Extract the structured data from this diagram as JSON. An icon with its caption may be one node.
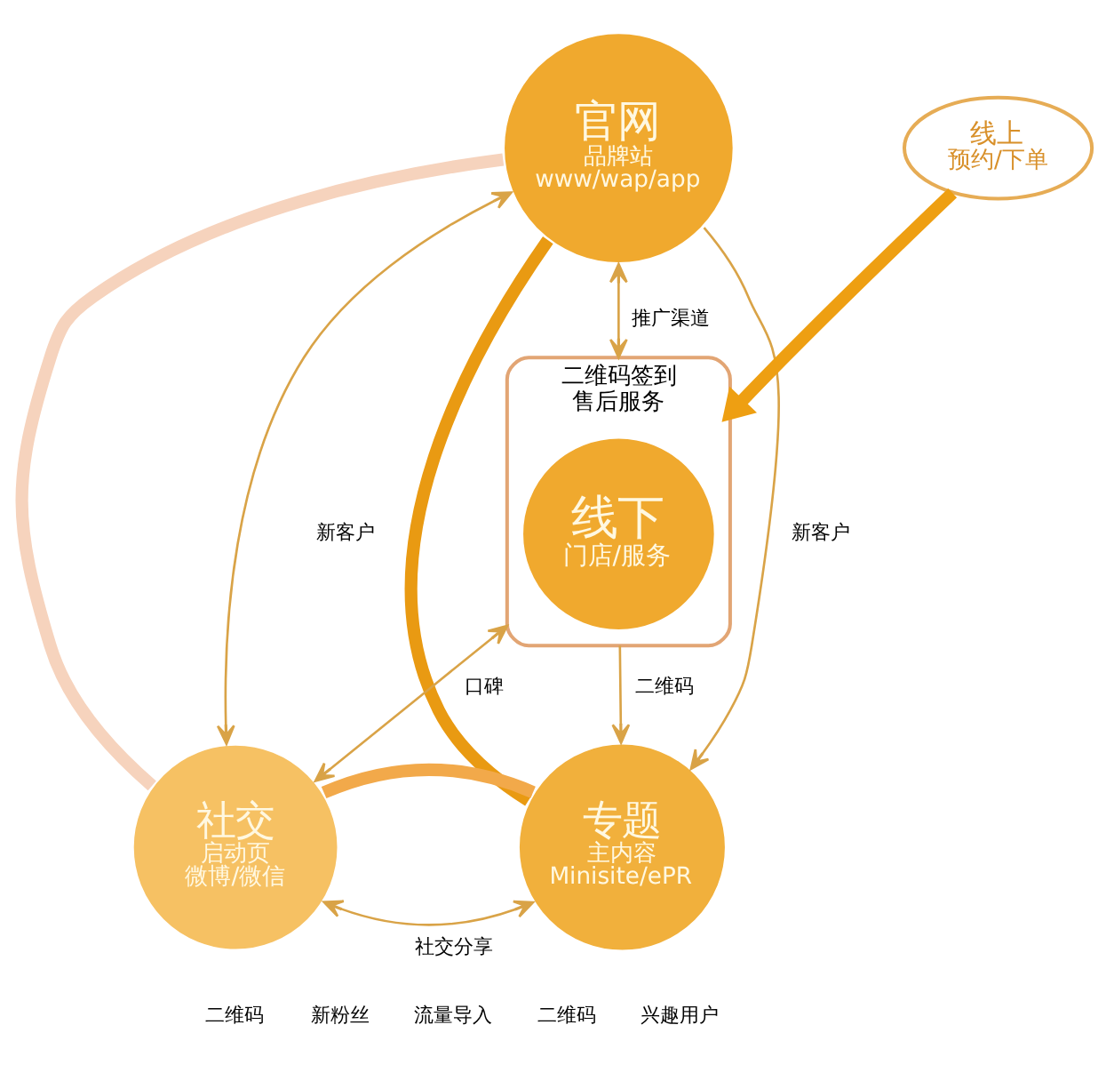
{
  "diagram": {
    "nodes": [
      {
        "text": [
          "官网",
          "品牌站",
          "www/wap/app"
        ]
      },
      {
        "text": [
          "线上",
          "预约/下单"
        ]
      },
      {
        "text": [
          "二维码签到",
          "售后服务"
        ]
      },
      {
        "text": [
          "线下",
          "门店/服务"
        ],
        "in": 2
      },
      {
        "text": [
          "社交",
          "启动页",
          "微博/微信"
        ]
      },
      {
        "text": [
          "专题",
          "主内容",
          "Minisite/ePR"
        ]
      }
    ],
    "edges": [
      {
        "from": 0,
        "to": 5,
        "arrow": "none",
        "style": "thick",
        "color": "#e99a12"
      },
      {
        "from": 0,
        "to": 4,
        "arrow": "none",
        "style": "thick",
        "color": "#f6d3bd"
      },
      {
        "from": 0,
        "to": 4,
        "arrow": "both",
        "label": "新客户"
      },
      {
        "from": 0,
        "to": 5,
        "arrow": "to",
        "label": "新客户"
      },
      {
        "from": 0,
        "to": 2,
        "arrow": "both",
        "label": "推广渠道"
      },
      {
        "from": 1,
        "to": 2,
        "arrow": "to",
        "style": "thick",
        "color": "#ee9f12"
      },
      {
        "from": 2,
        "to": 4,
        "arrow": "both",
        "label": "口碑"
      },
      {
        "from": 2,
        "to": 5,
        "arrow": "to",
        "label": "二维码"
      },
      {
        "from": 4,
        "to": 5,
        "arrow": "both",
        "label": "社交分享"
      },
      {
        "from": 4,
        "to": 5,
        "arrow": "none",
        "style": "thick",
        "color": "#f2a94a"
      }
    ],
    "labels": [
      "二维码",
      "新粉丝",
      "流量导入",
      "二维码",
      "兴趣用户"
    ]
  }
}
